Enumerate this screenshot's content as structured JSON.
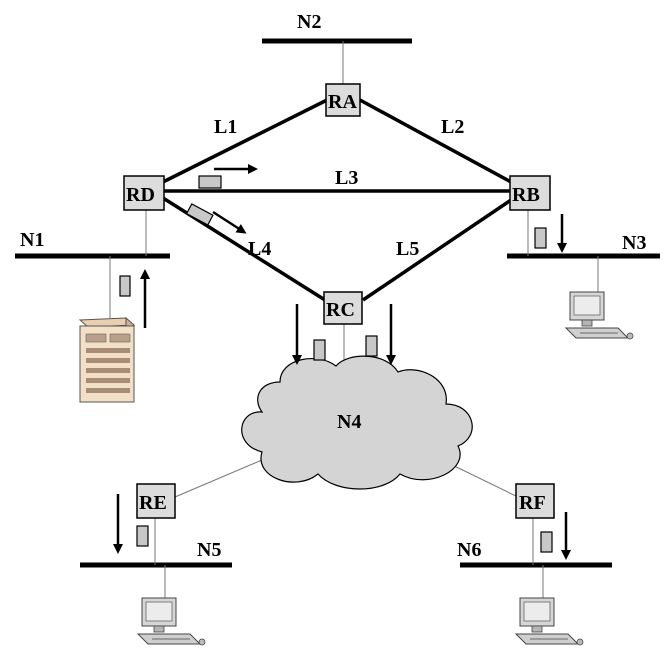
{
  "networks": {
    "n1": "N1",
    "n2": "N2",
    "n3": "N3",
    "n4": "N4",
    "n5": "N5",
    "n6": "N6"
  },
  "routers": {
    "ra": "RA",
    "rb": "RB",
    "rc": "RC",
    "rd": "RD",
    "re": "RE",
    "rf": "RF"
  },
  "links": {
    "l1": "L1",
    "l2": "L2",
    "l3": "L3",
    "l4": "L4",
    "l5": "L5"
  },
  "colors": {
    "router_fill": "#dcdcdc",
    "cloud_fill": "#d4d4d4",
    "packet_fill": "#c8c8c8",
    "server_body": "#f3dfc6"
  },
  "icons": {
    "server": "server-icon",
    "workstation": "computer-icon",
    "cloud": "cloud-icon",
    "packet": "packet-icon"
  }
}
